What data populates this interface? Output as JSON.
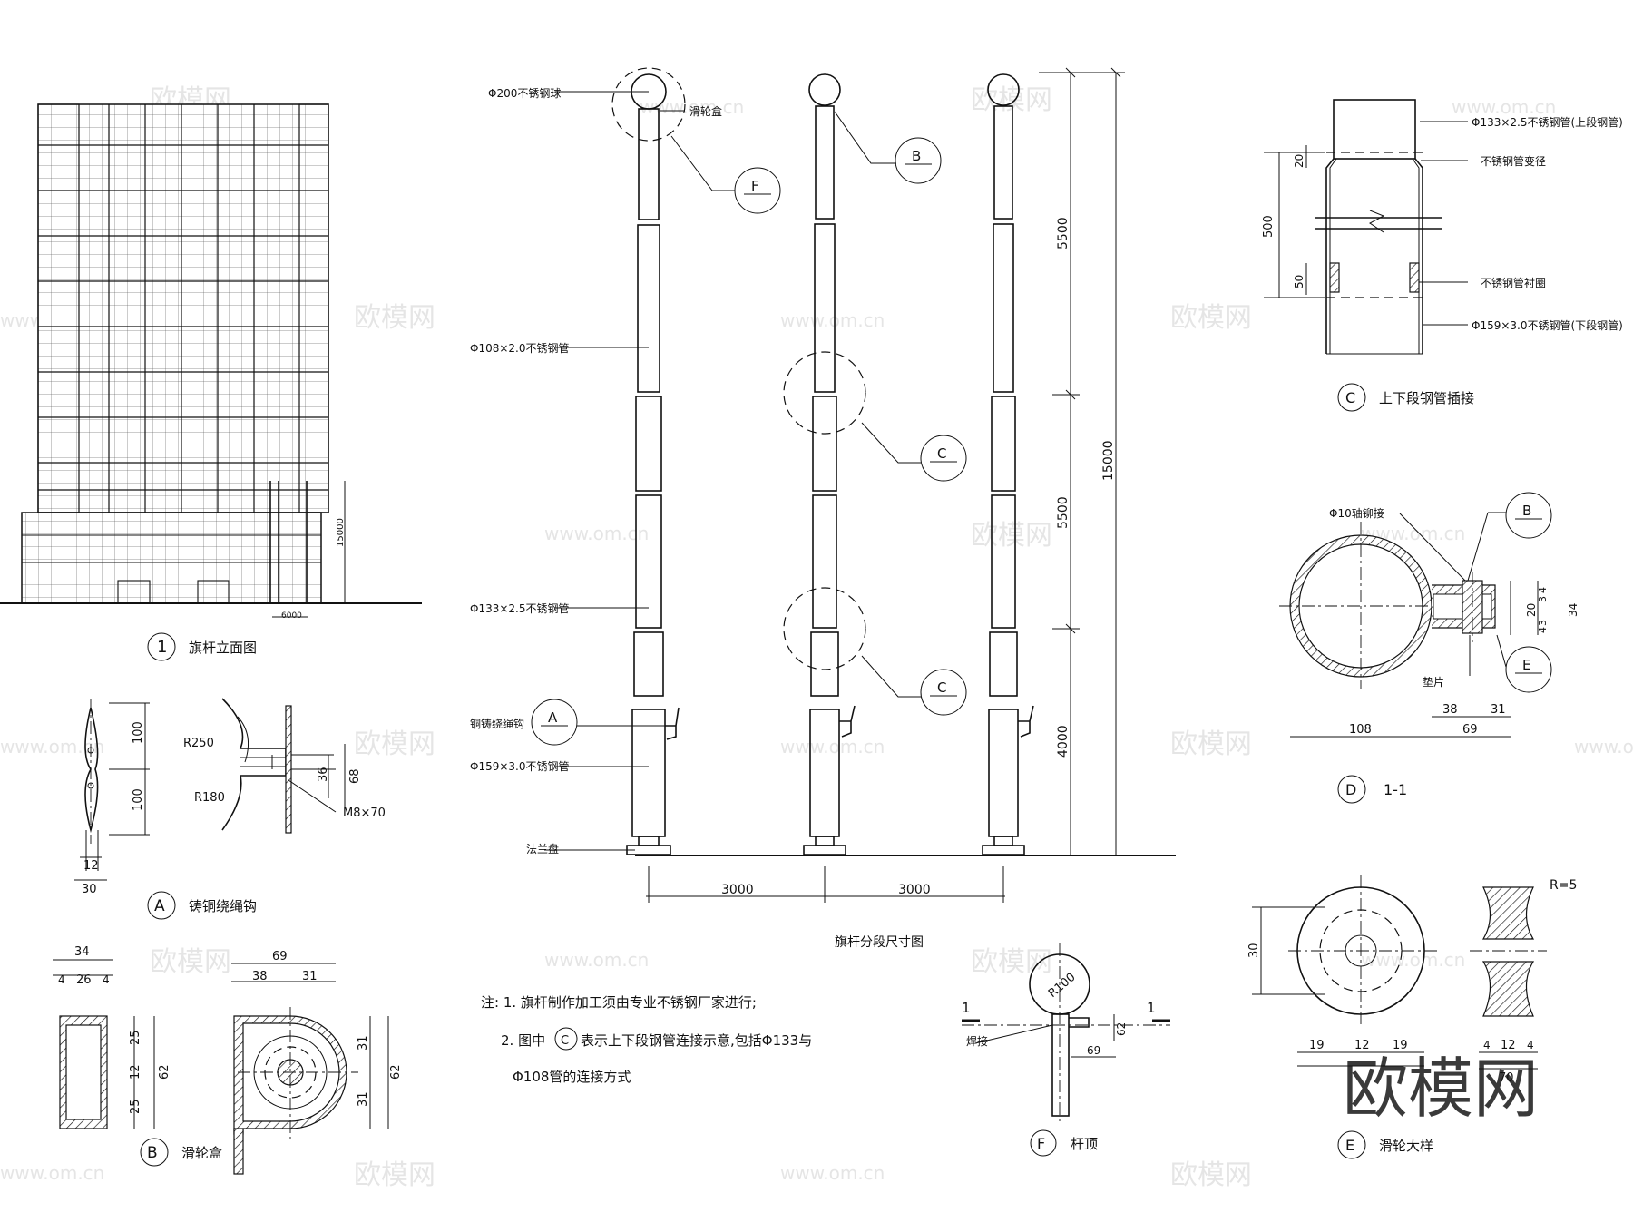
{
  "watermark": {
    "site": "www.om.cn",
    "brand": "欧模网"
  },
  "elevation": {
    "caption_num": "1",
    "caption": "旗杆立面图",
    "dim_height": "15000",
    "dim_width": "6000"
  },
  "segment_drawing": {
    "title": "旗杆分段尺寸图",
    "labels": {
      "ball": "Φ200不锈钢球",
      "pulley": "滑轮盒",
      "tube108": "Φ108×2.0不锈钢管",
      "tube133": "Φ133×2.5不锈钢管",
      "hook": "铜铸绕绳钩",
      "tube159": "Φ159×3.0不锈钢管",
      "flange": "法兰盘"
    },
    "callouts": {
      "A": "A",
      "B": "B",
      "C": "C",
      "F": "F"
    },
    "dims": {
      "d5500a": "5500",
      "d5500b": "5500",
      "d4000": "4000",
      "d15000": "15000",
      "w1": "3000",
      "w2": "3000"
    }
  },
  "notes": {
    "line1": "注: 1. 旗杆制作加工须由专业不锈钢厂家进行;",
    "line2a": "2. 图中",
    "line2_symbol": "C",
    "line2b": "表示上下段钢管连接示意,包括Φ133与",
    "line3": "Φ108管的连接方式"
  },
  "detail_A": {
    "caption_letter": "A",
    "caption": "铸铜绕绳钩",
    "dims": {
      "d100a": "100",
      "d100b": "100",
      "r250": "R250",
      "r180": "R180",
      "d36": "36",
      "d68": "68",
      "bolt": "M8×70",
      "d12": "12",
      "d30": "30"
    }
  },
  "detail_B": {
    "caption_letter": "B",
    "caption": "滑轮盒",
    "dims": {
      "d34": "34",
      "d4a": "4",
      "d26": "26",
      "d4b": "4",
      "d25a": "25",
      "d12": "12",
      "d25b": "25",
      "d62a": "62",
      "d69": "69",
      "d38": "38",
      "d31a": "31",
      "d31b": "31",
      "d31c": "31",
      "d62b": "62"
    }
  },
  "detail_C": {
    "caption_letter": "C",
    "caption": "上下段钢管插接",
    "labels": {
      "upper": "Φ133×2.5不锈钢管(上段钢管)",
      "reducer": "不锈钢管变径",
      "liner": "不锈钢管衬圈",
      "lower": "Φ159×3.0不锈钢管(下段钢管)"
    },
    "dims": {
      "d20": "20",
      "d500": "500",
      "d50": "50"
    }
  },
  "detail_D": {
    "caption_letter": "D",
    "caption": "1-1",
    "labels": {
      "pin": "Φ10轴铆接",
      "washer": "垫片"
    },
    "callouts": {
      "B": "B",
      "E": "E"
    },
    "dims": {
      "d108": "108",
      "d38": "38",
      "d31": "31",
      "d69": "69",
      "d4a": "4",
      "d3a": "3",
      "d20": "20",
      "d3b": "3",
      "d4b": "4",
      "d34": "34"
    }
  },
  "detail_E": {
    "caption_letter": "E",
    "caption": "滑轮大样",
    "dims": {
      "r5": "R=5",
      "d30": "30",
      "d19a": "19",
      "d12a": "12",
      "d19b": "19",
      "d4a": "4",
      "d12b": "12",
      "d4b": "4",
      "d70": "70"
    }
  },
  "detail_F": {
    "caption_letter": "F",
    "caption": "杆顶",
    "labels": {
      "weld": "焊接",
      "sec_left": "1",
      "sec_right": "1"
    },
    "dims": {
      "r100": "R100",
      "d62": "62",
      "d69": "69"
    }
  }
}
